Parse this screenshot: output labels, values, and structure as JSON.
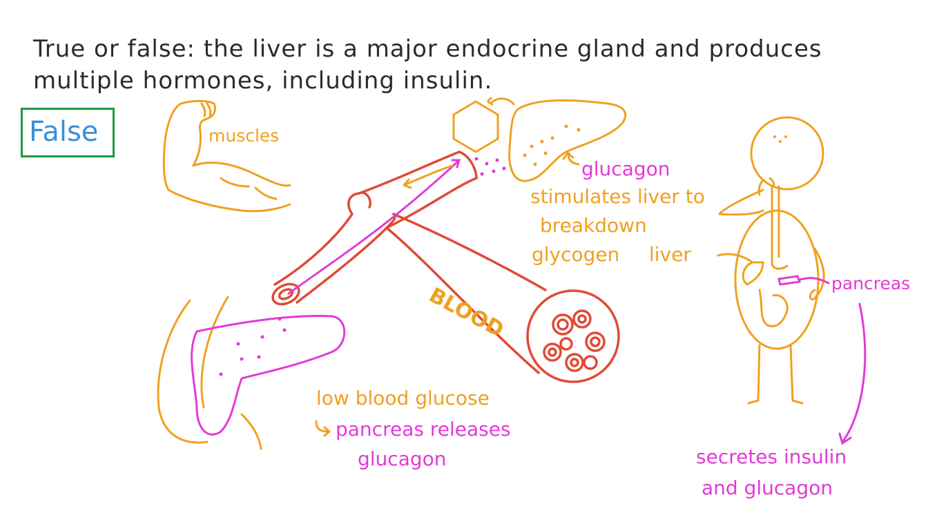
{
  "question": {
    "line1": "True or false: the liver is a major endocrine gland and produces",
    "line2": "multiple hormones, including insulin."
  },
  "answer": "False",
  "labels": {
    "muscles": "muscles",
    "glucagon": "glucagon",
    "stimulates_1": "stimulates liver to",
    "stimulates_2": "breakdown",
    "stimulates_3": "glycogen",
    "liver": "liver",
    "pancreas": "pancreas",
    "blood": "BLOOD",
    "low_1": "low blood glucose",
    "low_2": "pancreas releases",
    "low_3": "glucagon",
    "secretes_1": "secretes insulin",
    "secretes_2": "and glucagon"
  },
  "colors": {
    "orange": "#f0a020",
    "magenta": "#e23ad6",
    "red": "#e04a35",
    "green": "#1a9a3a",
    "blue": "#3a8fd6",
    "ink": "#2b2b2b"
  }
}
